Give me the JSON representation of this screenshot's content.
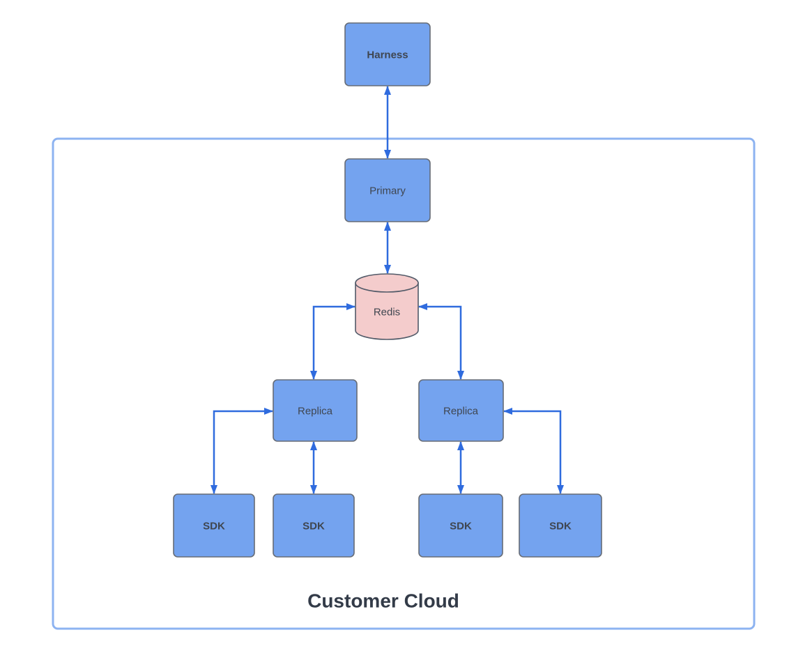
{
  "diagram": {
    "type": "architecture-flow",
    "container": {
      "label": "Customer Cloud"
    },
    "nodes": {
      "harness": {
        "label": "Harness",
        "shape": "rectangle",
        "fill": "#74A3EF",
        "inside_container": false
      },
      "primary": {
        "label": "Primary",
        "shape": "rectangle",
        "fill": "#74A3EF",
        "inside_container": true
      },
      "redis": {
        "label": "Redis",
        "shape": "cylinder",
        "fill": "#F4CCCC",
        "inside_container": true
      },
      "replica_left": {
        "label": "Replica",
        "shape": "rectangle",
        "fill": "#74A3EF",
        "inside_container": true
      },
      "replica_right": {
        "label": "Replica",
        "shape": "rectangle",
        "fill": "#74A3EF",
        "inside_container": true
      },
      "sdk_1": {
        "label": "SDK",
        "shape": "rectangle",
        "fill": "#74A3EF",
        "inside_container": true
      },
      "sdk_2": {
        "label": "SDK",
        "shape": "rectangle",
        "fill": "#74A3EF",
        "inside_container": true
      },
      "sdk_3": {
        "label": "SDK",
        "shape": "rectangle",
        "fill": "#74A3EF",
        "inside_container": true
      },
      "sdk_4": {
        "label": "SDK",
        "shape": "rectangle",
        "fill": "#74A3EF",
        "inside_container": true
      }
    },
    "edges": [
      {
        "from": "harness",
        "to": "primary",
        "bidirectional": true,
        "routing": "straight-vertical"
      },
      {
        "from": "primary",
        "to": "redis",
        "bidirectional": true,
        "routing": "straight-vertical"
      },
      {
        "from": "redis",
        "to": "replica_left",
        "bidirectional": true,
        "routing": "elbow-left-down"
      },
      {
        "from": "redis",
        "to": "replica_right",
        "bidirectional": true,
        "routing": "elbow-right-down"
      },
      {
        "from": "replica_left",
        "to": "sdk_1",
        "bidirectional": true,
        "routing": "elbow-side"
      },
      {
        "from": "replica_left",
        "to": "sdk_2",
        "bidirectional": true,
        "routing": "straight-vertical"
      },
      {
        "from": "replica_right",
        "to": "sdk_3",
        "bidirectional": true,
        "routing": "straight-vertical"
      },
      {
        "from": "replica_right",
        "to": "sdk_4",
        "bidirectional": true,
        "routing": "elbow-side"
      }
    ],
    "colors": {
      "node_fill": "#74A3EF",
      "node_border": "#666C76",
      "redis_fill": "#F4CCCC",
      "redis_border": "#525A68",
      "arrow": "#2F6BDE",
      "container_border": "#8DB3F1",
      "label_text": "#3F4650",
      "title_text": "#333B48",
      "background": "#FFFFFF"
    }
  }
}
